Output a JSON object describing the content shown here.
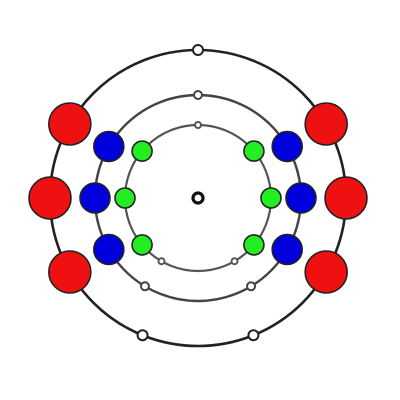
{
  "diagram": {
    "center": {
      "shape": "small-ring"
    },
    "orbits": [
      {
        "ring_color": "#555555",
        "balls": {
          "color": "#22ee22",
          "count": 6
        },
        "markers": 3
      },
      {
        "ring_color": "#444444",
        "balls": {
          "color": "#0000dd",
          "count": 6
        },
        "markers": 3
      },
      {
        "ring_color": "#222222",
        "balls": {
          "color": "#ee1111",
          "count": 6
        },
        "markers": 3
      }
    ],
    "outline_color": "#222222"
  }
}
